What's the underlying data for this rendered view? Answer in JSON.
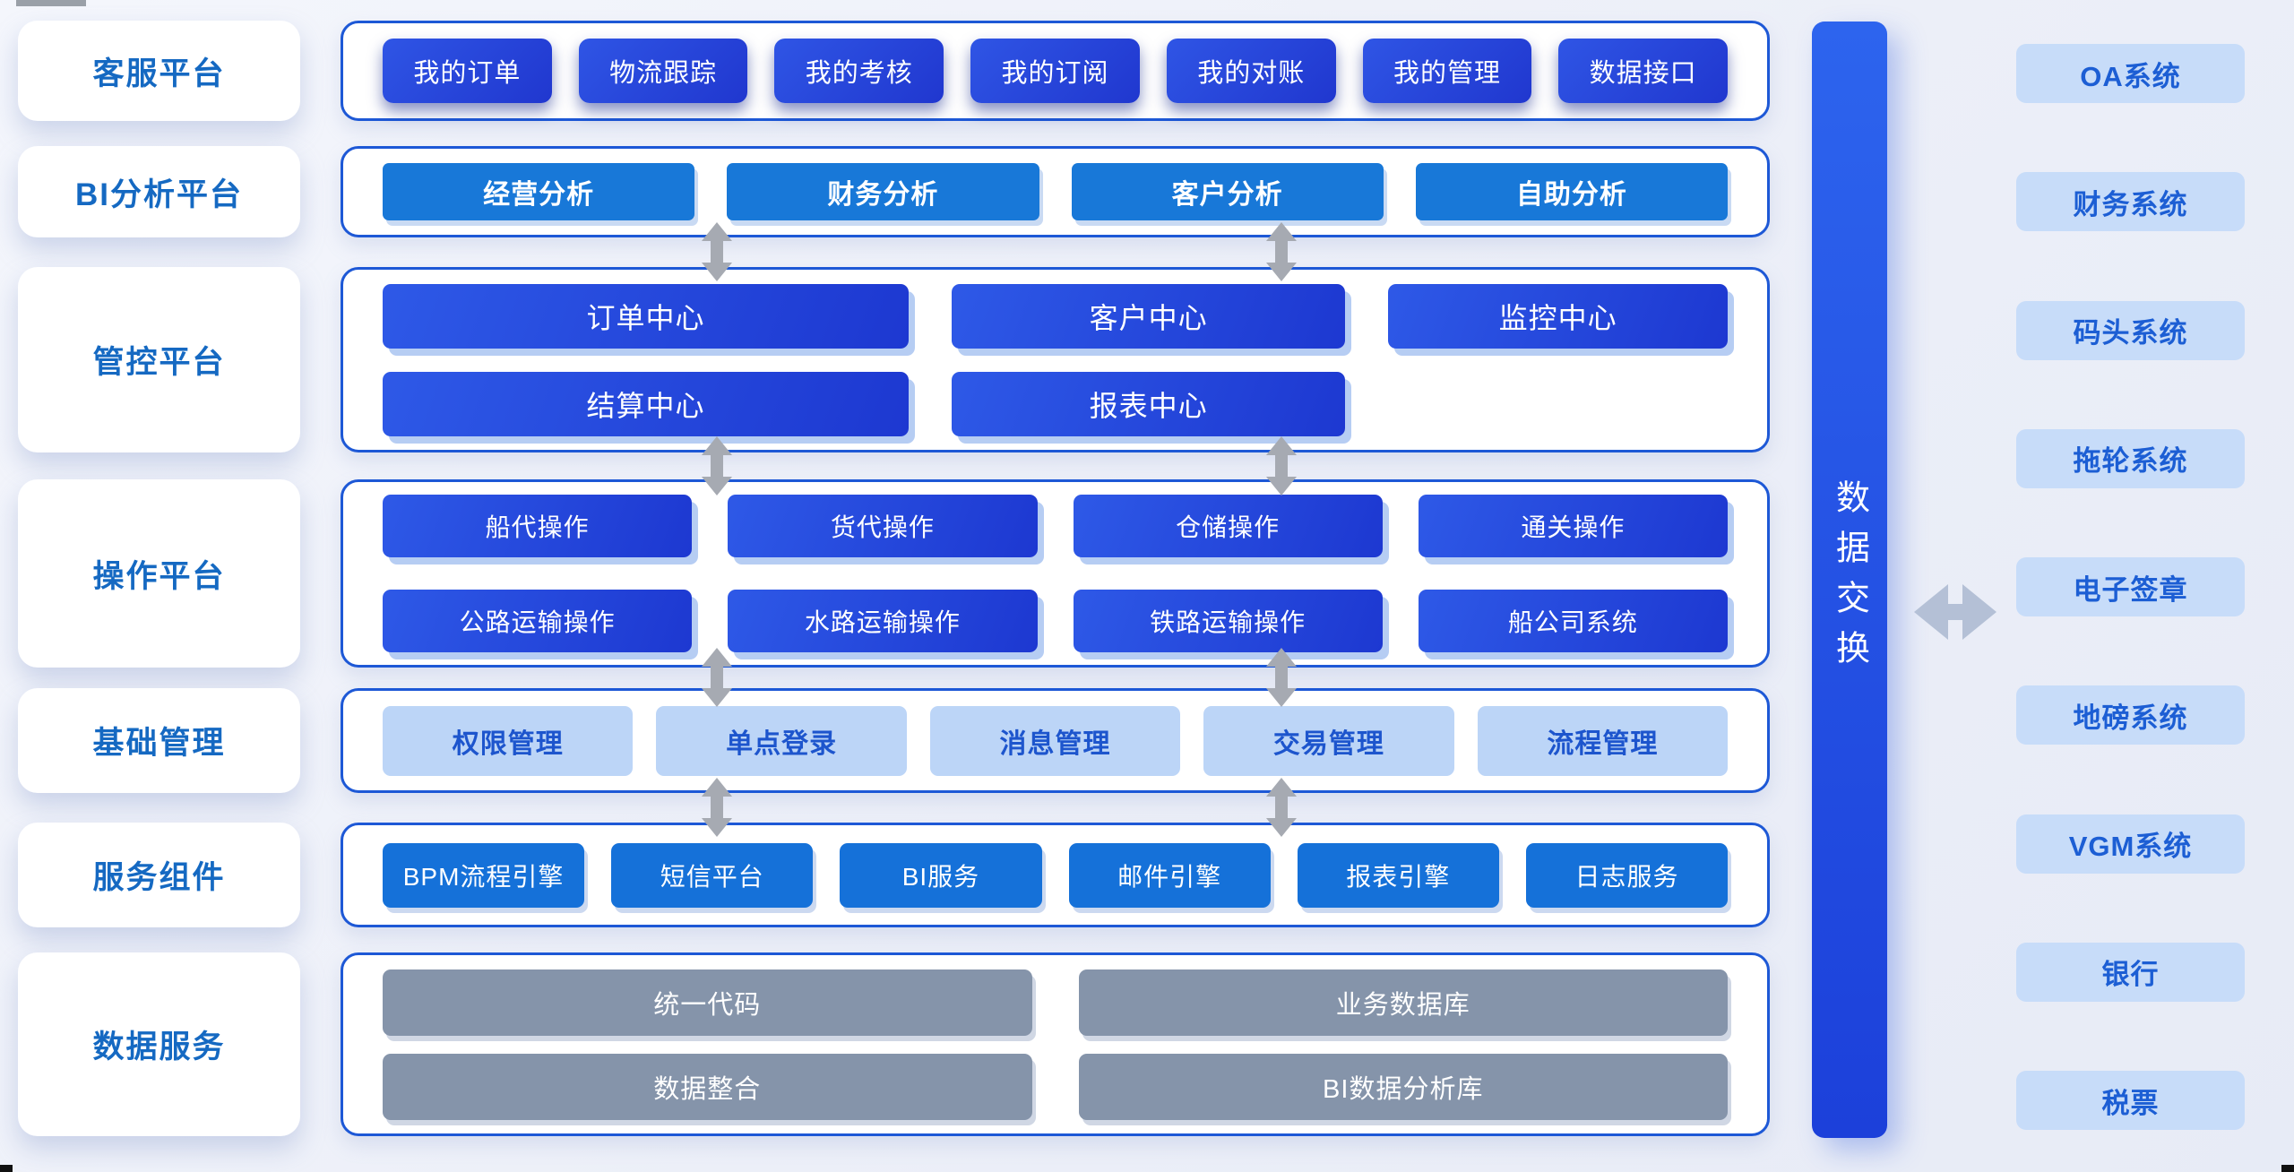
{
  "sidebar": {
    "items": [
      {
        "label": "客服平台"
      },
      {
        "label": "BI分析平台"
      },
      {
        "label": "管控平台"
      },
      {
        "label": "操作平台"
      },
      {
        "label": "基础管理"
      },
      {
        "label": "服务组件"
      },
      {
        "label": "数据服务"
      }
    ]
  },
  "panels": [
    {
      "name": "customer-service-platform",
      "buttons": [
        "我的订单",
        "物流跟踪",
        "我的考核",
        "我的订阅",
        "我的对账",
        "我的管理",
        "数据接口"
      ]
    },
    {
      "name": "bi-analysis-platform",
      "buttons": [
        "经营分析",
        "财务分析",
        "客户分析",
        "自助分析"
      ]
    },
    {
      "name": "control-platform",
      "rows": [
        [
          "订单中心",
          "客户中心",
          "监控中心"
        ],
        [
          "结算中心",
          "报表中心"
        ]
      ]
    },
    {
      "name": "operation-platform",
      "rows": [
        [
          "船代操作",
          "货代操作",
          "仓储操作",
          "通关操作"
        ],
        [
          "公路运输操作",
          "水路运输操作",
          "铁路运输操作",
          "船公司系统"
        ]
      ]
    },
    {
      "name": "base-management",
      "buttons": [
        "权限管理",
        "单点登录",
        "消息管理",
        "交易管理",
        "流程管理"
      ]
    },
    {
      "name": "service-components",
      "buttons": [
        "BPM流程引擎",
        "短信平台",
        "BI服务",
        "邮件引擎",
        "报表引擎",
        "日志服务"
      ]
    },
    {
      "name": "data-services",
      "rows": [
        [
          "统一代码",
          "业务数据库"
        ],
        [
          "数据整合",
          "BI数据分析库"
        ]
      ]
    }
  ],
  "exchange": {
    "label": "数据交换"
  },
  "external": {
    "items": [
      "OA系统",
      "财务系统",
      "码头系统",
      "拖轮系统",
      "电子签章",
      "地磅系统",
      "VGM系统",
      "银行",
      "税票"
    ]
  },
  "colors": {
    "panel_border": "#1d58d6",
    "dark_button": "#2443d6",
    "medium_button": "#1878d8",
    "light_button_bg": "#bcd5f7",
    "light_button_text": "#1d55cd",
    "gray_button": "#8594aa",
    "sidebar_text": "#1569c2",
    "external_box_bg": "#c7dcf9",
    "external_text": "#1c5ed4",
    "exchange_bar": "#1e50e2",
    "arrow_gray": "#a6aab2",
    "arrow_blue_gray": "#b4c0d6",
    "background": "#edf0f8"
  }
}
